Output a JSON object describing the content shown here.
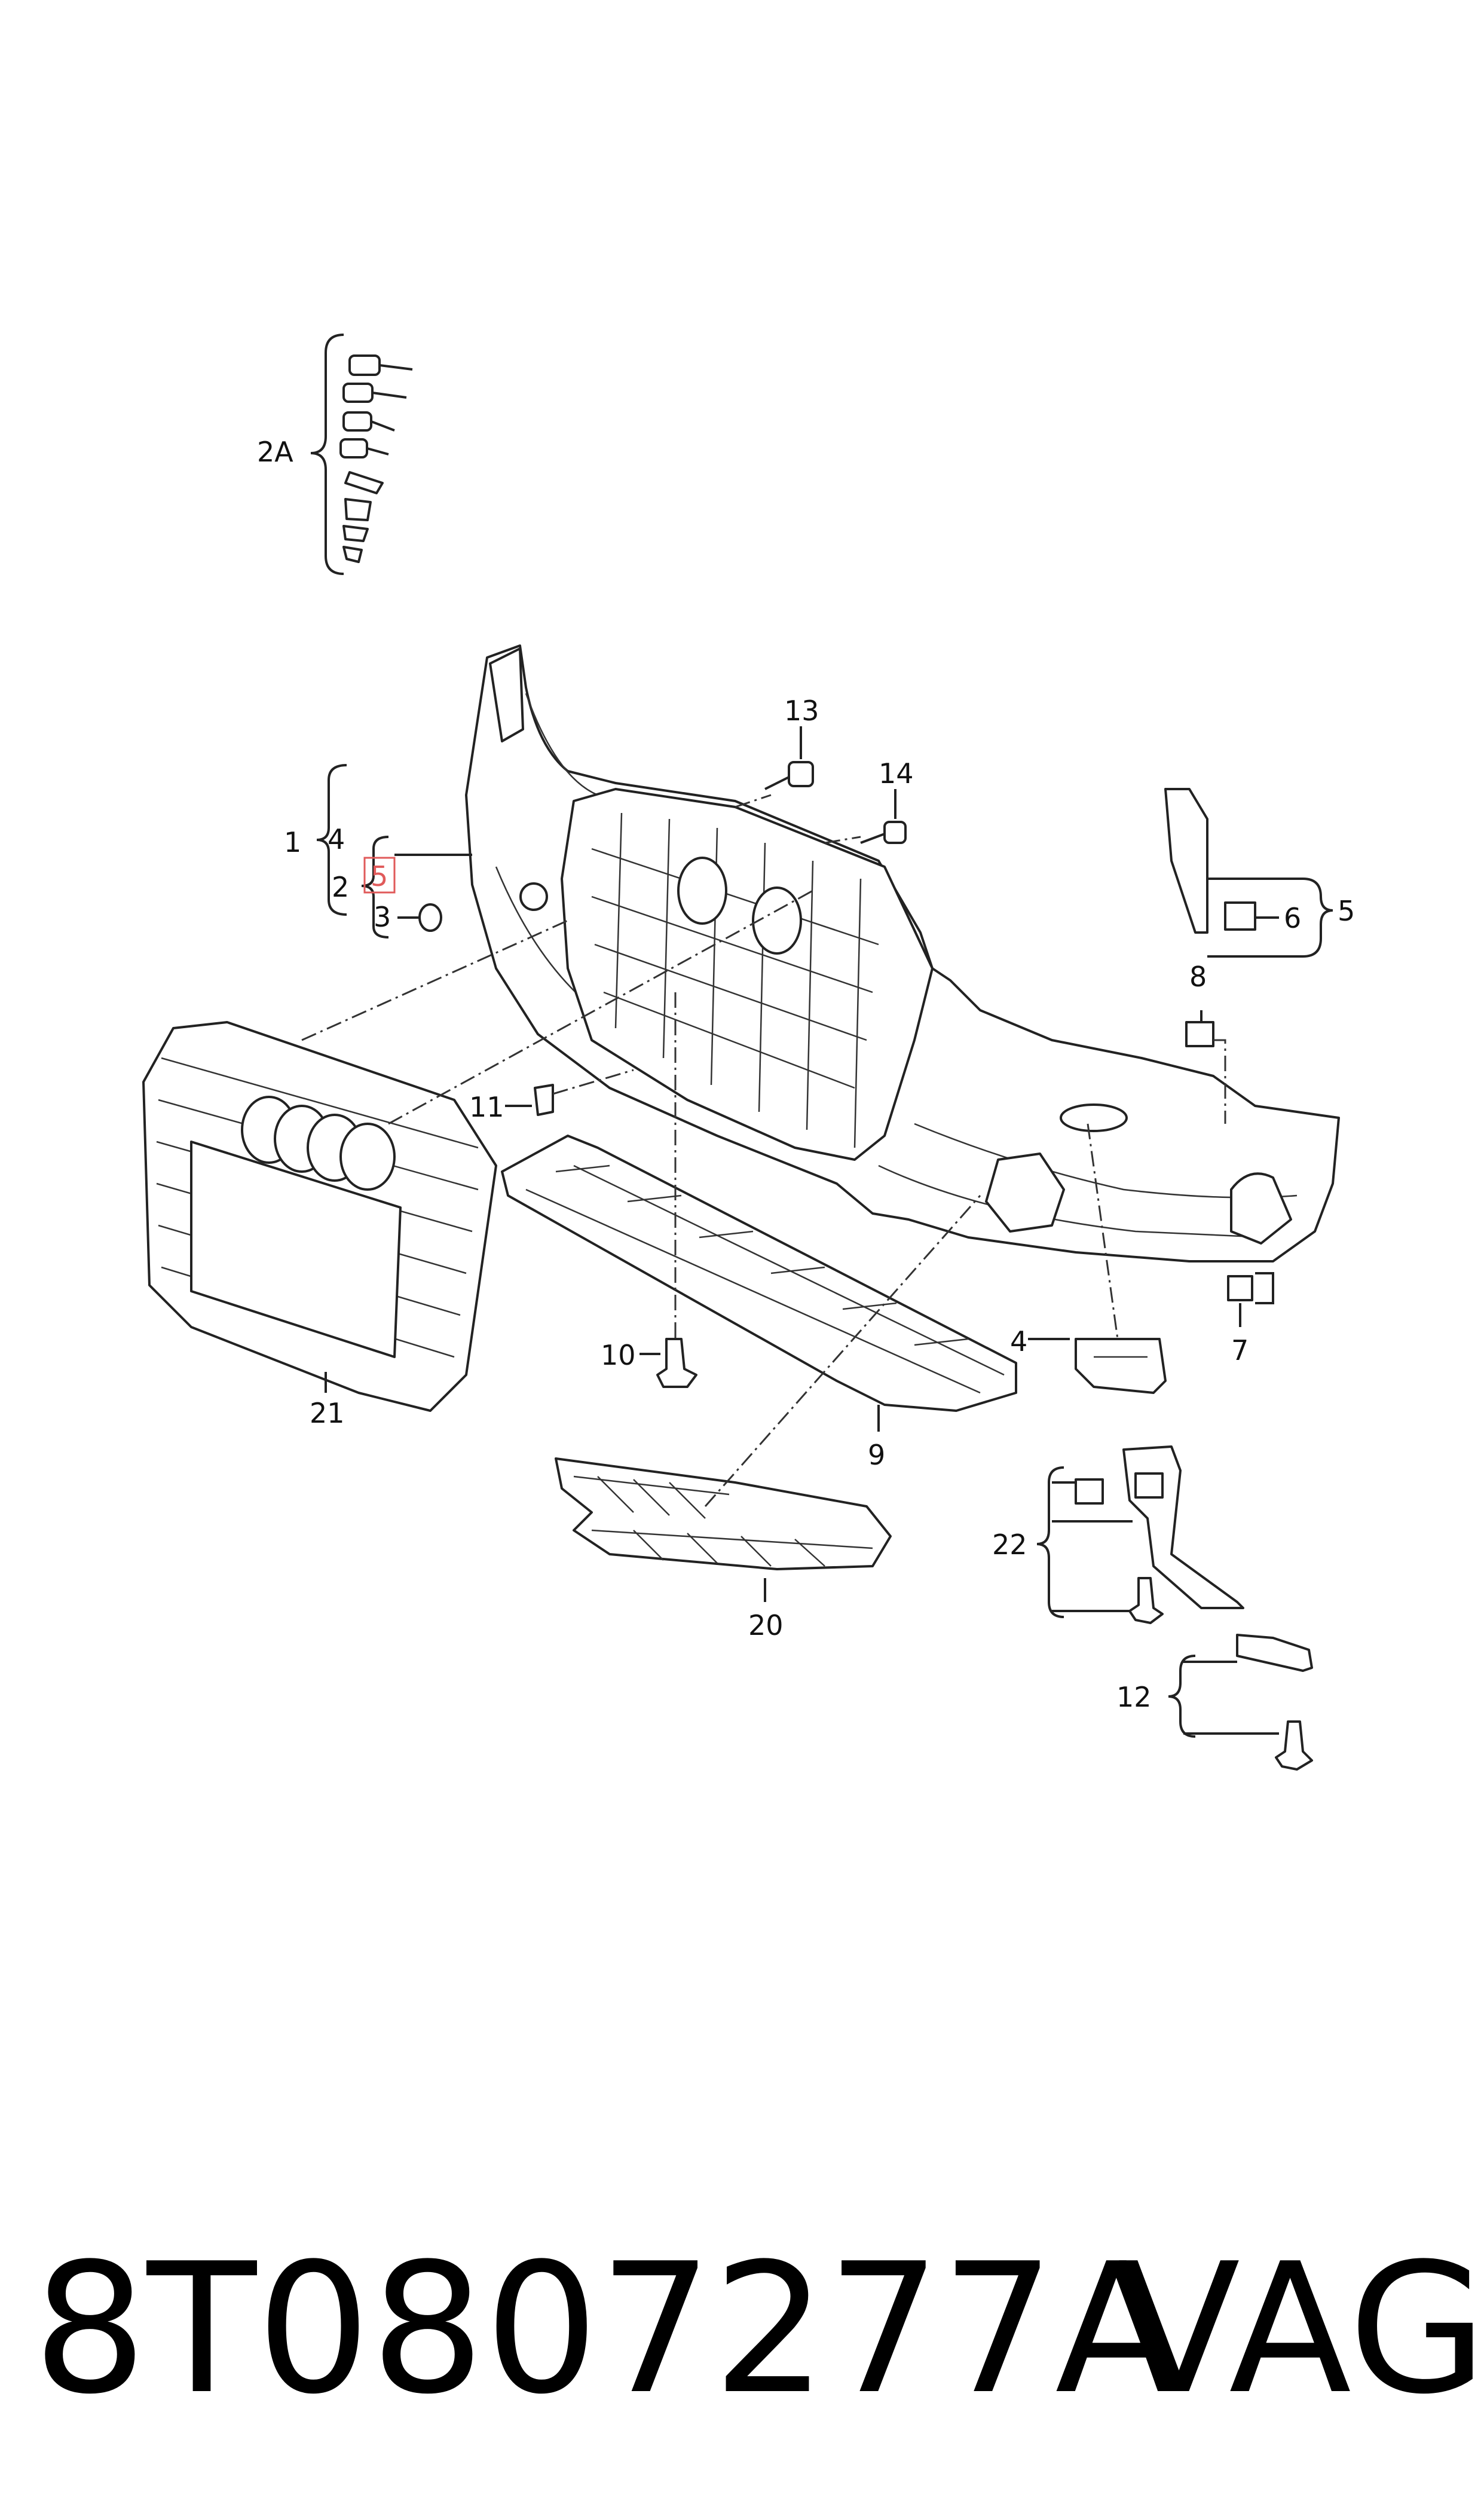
{
  "callouts": {
    "c1": "1",
    "c2": "2",
    "c2a": "2A",
    "c3": "3",
    "c4a": "4",
    "c4b": "4",
    "c5a": "5",
    "c5b": "5",
    "c6": "6",
    "c7": "7",
    "c8": "8",
    "c9": "9",
    "c10": "10",
    "c11": "11",
    "c12": "12",
    "c13": "13",
    "c14": "14",
    "c20": "20",
    "c21": "21",
    "c22": "22"
  },
  "footer": {
    "part_number": "8T0807277A",
    "brand": "VAG"
  },
  "colors": {
    "line": "#222222",
    "highlight": "#e05a5a",
    "background": "#ffffff"
  }
}
